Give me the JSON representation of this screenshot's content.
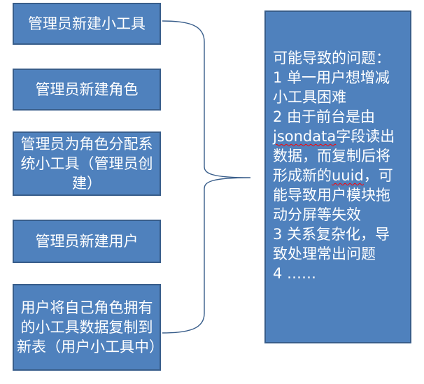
{
  "steps": [
    "管理员新建小工具",
    "管理员新建角色",
    "管理员为角色分配系统小工具（管理员创建）",
    "管理员新建用户",
    "用户将自己角色拥有的小工具数据复制到新表（用户小工具中）"
  ],
  "issues": {
    "lines": [
      "可能导致的问题：",
      "1 单一用户想增减",
      "小工具困难",
      "2 由于前台是由",
      {
        "squiggle": "jsondata",
        "rest": "字段读出"
      },
      "数据，而复制后将",
      {
        "prefix": "形成新的",
        "squiggle": "uuid",
        "rest": "，可"
      },
      "能导致用户模块拖",
      "动分屏等失效",
      "3 关系复杂化，导",
      "致处理常出问题",
      "4 ……"
    ]
  },
  "colors": {
    "box_fill": "#4f81bd",
    "box_border": "#385d8a",
    "brace": "#385d8a",
    "text": "#ffffff",
    "spellcheck_underline": "#ff0000"
  }
}
